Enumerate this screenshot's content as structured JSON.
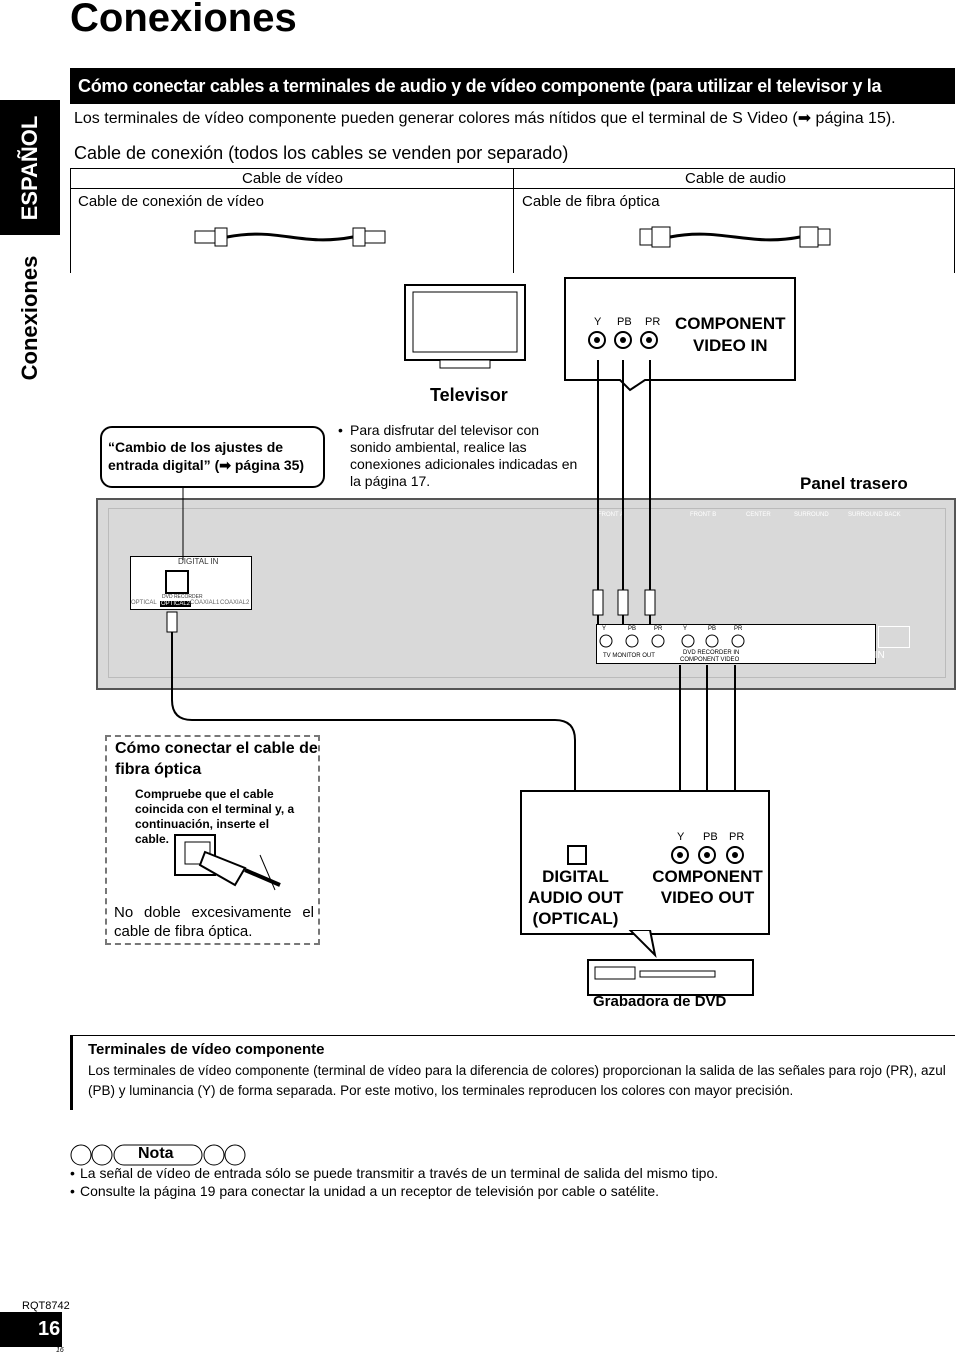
{
  "page": {
    "title": "Conexiones",
    "section_heading": "Cómo conectar cables a terminales de audio y de vídeo componente (para utilizar el televisor y la grabadora de DVD)",
    "intro": "Los terminales de vídeo componente pueden generar colores más nítidos que el terminal de S Video (➡ página 15).",
    "side_tab": "ESPAÑOL",
    "side_section": "Conexiones",
    "page_code": "RQT8742",
    "page_number": "16",
    "page_number_small": "16"
  },
  "cables": {
    "heading": "Cable de conexión (todos los cables se venden por separado)",
    "video_group": "Cable de vídeo",
    "audio_group": "Cable de audio",
    "video_cable": "Cable de conexión de vídeo",
    "optical_cable": "Cable de fibra óptica"
  },
  "tv": {
    "label": "Televisor",
    "y": "Y",
    "pb": "PB",
    "pr": "PR",
    "component_in": "COMPONENT\nVIDEO IN"
  },
  "callouts": {
    "digital_input": "“Cambio de los ajustes de entrada digital” (➡ página 35)",
    "surround_note": "Para disfrutar del televisor con sonido ambiental, realice las conexiones adicionales indicadas en la página 17.",
    "rear_panel": "Panel trasero"
  },
  "rear_panel": {
    "digital_in": "DIGITAL IN",
    "optical": "OPTICAL",
    "optical2": "OPTICAL2",
    "coaxial1": "COAXIAL1",
    "coaxial2": "COAXIAL2",
    "dvd_recorder": "DVD RECORDER",
    "tv_monitor_out": "TV MONITOR OUT",
    "dvd_recorder_in": "DVD RECORDER IN",
    "component_video": "COMPONENT VIDEO",
    "front_a": "FRONT A",
    "front_b": "FRONT B",
    "center": "CENTER",
    "surround": "SURROUND",
    "surround_back": "SURROUND BACK",
    "ac_in": "AC IN",
    "y": "Y",
    "pb": "PB",
    "pr": "PR"
  },
  "fiber_tips": {
    "title": "Cómo conectar el cable de fibra óptica",
    "check": "Compruebe que el cable coincida con el terminal y, a continuación, inserte el cable.",
    "warning": "No doble excesivamente el cable de fibra óptica."
  },
  "dvd": {
    "digital_out": "DIGITAL\nAUDIO OUT\n(OPTICAL)",
    "component_out": "COMPONENT\nVIDEO OUT",
    "y": "Y",
    "pb": "PB",
    "pr": "PR",
    "label": "Grabadora de DVD"
  },
  "component_terminals": {
    "title": "Terminales de vídeo componente",
    "body": "Los terminales de vídeo componente (terminal de vídeo para la diferencia de colores) proporcionan la salida de las señales para rojo (PR), azul (PB) y luminancia (Y) de forma separada. Por este motivo, los terminales reproducen los colores con mayor precisión."
  },
  "notes": {
    "title": "Nota",
    "items": [
      "La señal de vídeo de entrada sólo se puede transmitir a través de un terminal de salida del mismo tipo.",
      "Consulte la página 19 para conectar la unidad a un receptor de televisión por cable o satélite."
    ]
  }
}
